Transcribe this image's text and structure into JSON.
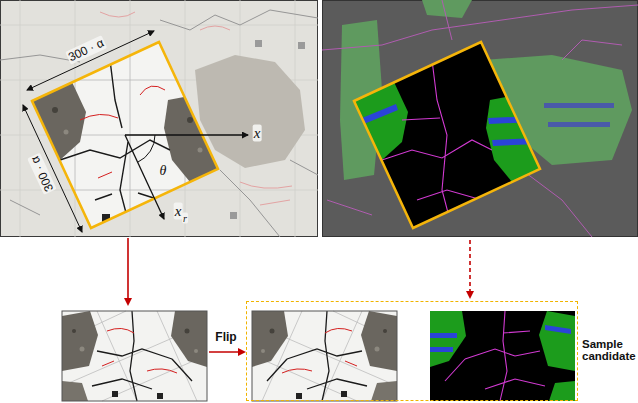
{
  "diagram": {
    "nodes": [
      {
        "text": [
          "Sample candidate"
        ]
      }
    ],
    "labels": [
      "300 · α",
      "300 · α",
      "x",
      "θ",
      "x",
      "r",
      "Flip"
    ]
  }
}
